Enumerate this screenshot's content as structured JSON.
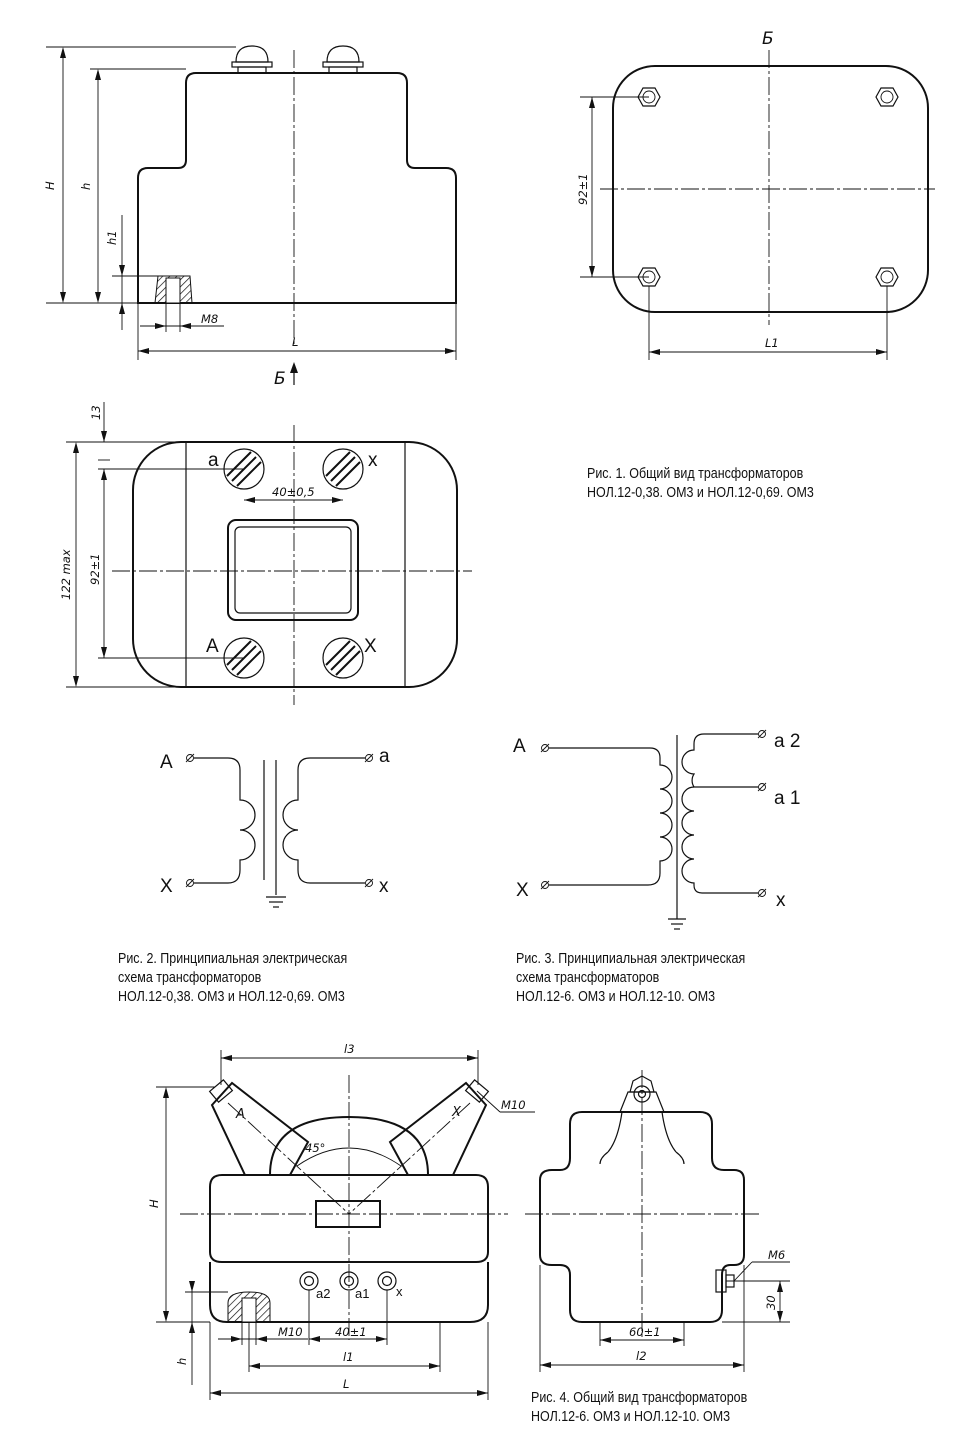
{
  "captions": {
    "fig1_line1": "Рис. 1. Общий вид трансформаторов",
    "fig1_line2": "НОЛ.12-0,38. ОМ3 и НОЛ.12-0,69. ОМ3",
    "fig2_line1": "Рис. 2. Принципиальная электрическая",
    "fig2_line2": "схема трансформаторов",
    "fig2_line3": "НОЛ.12-0,38. ОМ3 и НОЛ.12-0,69. ОМ3",
    "fig3_line1": "Рис. 3. Принципиальная электрическая",
    "fig3_line2": "схема  трансформаторов",
    "fig3_line3": "НОЛ.12-6. ОМ3 и НОЛ.12-10. ОМ3",
    "fig4_line1": "Рис. 4. Общий вид трансформаторов",
    "fig4_line2": "НОЛ.12-6. ОМ3 и НОЛ.12-10. ОМ3"
  },
  "fig1_dims": {
    "H": "H",
    "h": "h",
    "h1": "h1",
    "M8": "M8",
    "L": "L",
    "view_B": "Б",
    "d92": "92±1",
    "L1": "L1",
    "d13": "13",
    "d122": "122 max",
    "d92b": "92±1",
    "d40": "40±0,5"
  },
  "fig1_terminals": {
    "a": "a",
    "x": "x",
    "A": "A",
    "X": "X"
  },
  "fig2_labels": {
    "A": "A",
    "X": "X",
    "a": "a",
    "x": "x"
  },
  "fig3_labels": {
    "A": "A",
    "X": "X",
    "a2": "a 2",
    "a1": "a 1",
    "x": "x"
  },
  "fig4_dims": {
    "l3": "l3",
    "M10_top": "M10",
    "angle": "45°",
    "H": "H",
    "a2": "a2",
    "a1": "a1",
    "x": "x",
    "M10_bottom": "M10",
    "d40": "40±1",
    "l1": "l1",
    "L": "L",
    "h": "h",
    "M6": "M6",
    "d30": "30",
    "d60": "60±1",
    "l2": "l2",
    "arm_A": "A",
    "arm_X": "X"
  }
}
